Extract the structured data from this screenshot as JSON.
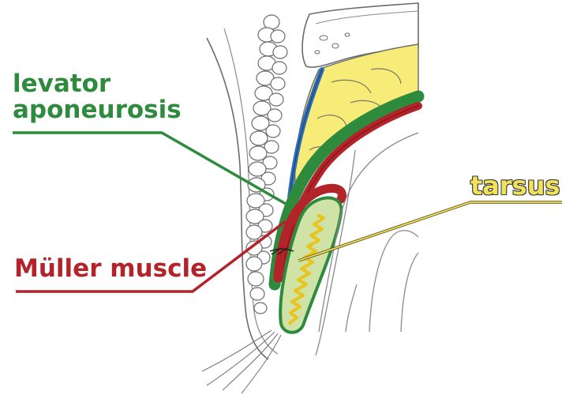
{
  "labels": {
    "levator_line1": "levator",
    "levator_line2": "aponeurosis",
    "muller": "Müller muscle",
    "tarsus": "tarsus"
  },
  "colors": {
    "levator": "#2e8b3e",
    "muller": "#b2232a",
    "tarsus": "#f2e25a",
    "tarsus_plate": "#cfe3a6",
    "fat": "#f7ec77",
    "septum": "#2f6db5",
    "outline": "#6b6b6b"
  },
  "icons": {
    "anatomy": "eyelid-cross-section"
  }
}
